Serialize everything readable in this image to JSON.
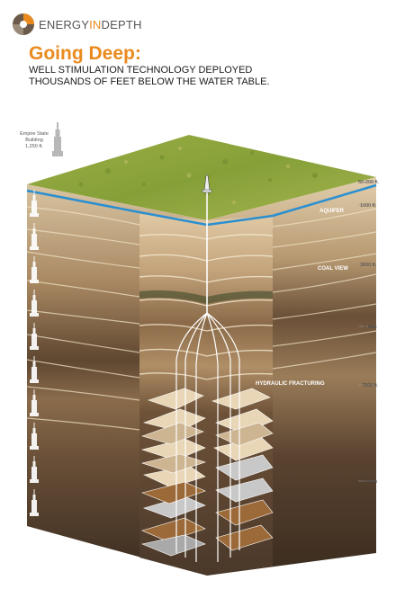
{
  "brand": {
    "part1": "ENERGY",
    "part2": "IN",
    "part3": "DEPTH"
  },
  "title": "Going Deep:",
  "subtitle": "WELL STIMULATION TECHNOLOGY DEPLOYED THOUSANDS OF FEET BELOW THE WATER TABLE.",
  "reference": {
    "line1": "Empire State",
    "line2": "Building",
    "line3": "1,250 ft."
  },
  "layer_labels": {
    "aquifer": "AQUIFER",
    "coal": "COAL VIEW",
    "fracturing": "HYDRAULIC FRACTURING"
  },
  "depth_labels": [
    "50-200 ft.",
    "1000 ft.",
    "3000 ft.",
    "1 Mile",
    "7500 ft.",
    "2 Miles"
  ],
  "colors": {
    "accent": "#ea8a1e",
    "grass": "#8fa43a",
    "water": "#2a8fd0",
    "rock_dark": "#3b2c1f"
  }
}
